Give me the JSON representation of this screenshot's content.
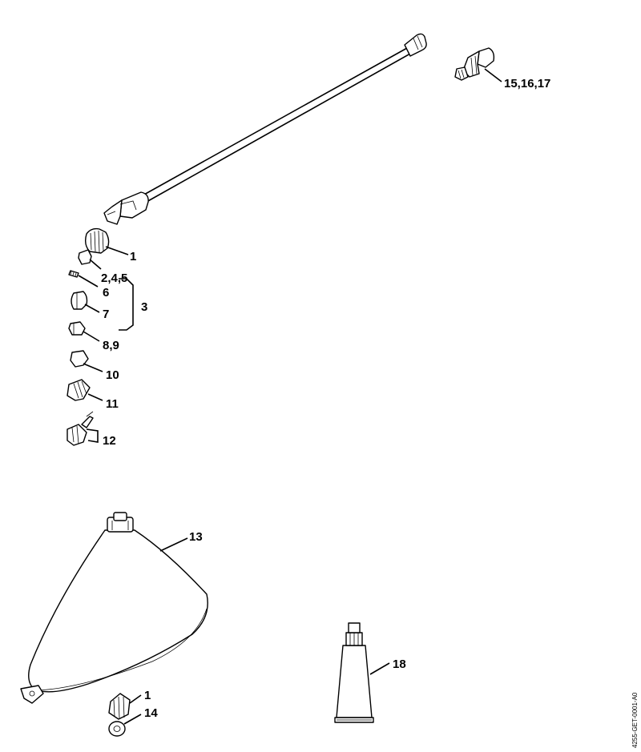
{
  "labels": {
    "p1_top": "1",
    "p2_4_5": "2,4,5",
    "p3": "3",
    "p6": "6",
    "p7": "7",
    "p8_9": "8,9",
    "p10": "10",
    "p11": "11",
    "p12": "12",
    "p13": "13",
    "p1_bottom": "1",
    "p14": "14",
    "p15_16_17": "15,16,17",
    "p18": "18"
  },
  "drawing_code": "4255-GET-0001-A0"
}
